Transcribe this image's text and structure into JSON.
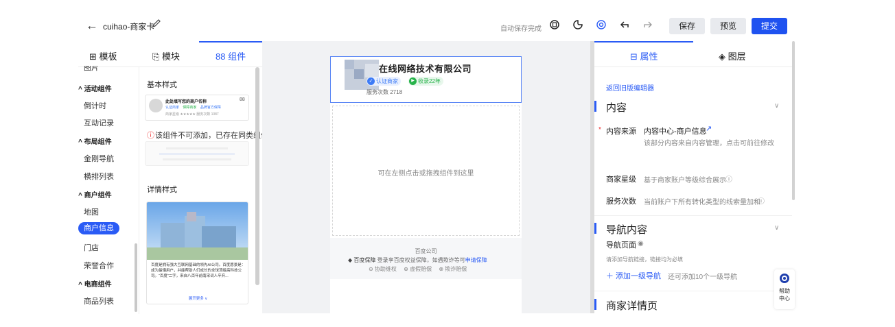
{
  "topbar": {
    "back_glyph": "←",
    "title": "cuihao-商家卡",
    "autosave": "自动保存完成",
    "save_label": "保存",
    "preview_label": "预览",
    "submit_label": "提交"
  },
  "left": {
    "tabs": [
      "模板",
      "模块",
      "组件"
    ],
    "tab_icons": [
      "⊞",
      "⎘",
      "88"
    ],
    "cut_item": "图片",
    "categories": [
      {
        "label": "^ 活动组件",
        "items": [
          "倒计时",
          "互动记录"
        ]
      },
      {
        "label": "^ 布局组件",
        "items": [
          "金刚导航",
          "横排列表"
        ]
      },
      {
        "label": "^ 商户组件",
        "items": [
          "地图",
          "商户信息",
          "门店",
          "荣誉合作"
        ]
      },
      {
        "label": "^ 电商组件",
        "items": [
          "商品列表"
        ]
      }
    ],
    "basic_style": "基本样式",
    "detail_style": "详情样式",
    "card1_name": "此处填写您的商户名称",
    "card1_badges": [
      "认证商家",
      "保障商家",
      "品牌官方保障"
    ],
    "card1_rating": "商家星级 ★★★★★  服务次数 1087",
    "card1_qr": "88",
    "warn_text": "该组件不可添加，已存在同类组件",
    "detail_desc": "百度是拥有强大互联网基础的领先AI公司。百度愿景是：成为最懂用户，并能帮助人们成长的全球顶级高科技公司。“百度”二字，来自八百年前南宋词人辛弃...",
    "detail_more": "展开更多 ∨"
  },
  "canvas": {
    "company_name": "在线网络技术有限公司",
    "badge_verified": "认证商家",
    "badge_years": "收录22年",
    "service_count": "服务次数 2718",
    "drop_hint": "可在左侧点击或拖拽组件到这里",
    "footer_company": "百度公司",
    "footer_guarantee_prefix": "百度保障",
    "footer_guarantee_text": " 登录享百度权益保障，如遇欺诈等可",
    "footer_guarantee_link": "申请保障",
    "footer_items": [
      "⊖ 协助维权",
      "⊕ 虚假赔偿",
      "⊗ 欺诈赔偿"
    ]
  },
  "right": {
    "tabs": [
      "属性",
      "图层"
    ],
    "back_old_editor": "返回旧版编辑器",
    "section_content": "内容",
    "content_source_label": "内容来源",
    "content_source_value": "内容中心-商户信息",
    "content_source_note": "该部分内容来自内容管理，点击可前往修改",
    "rating_label": "商家星级",
    "rating_note": "基于商家账户等级综合展示",
    "service_label": "服务次数",
    "service_note": "当前账户下所有转化类型的线索量加和",
    "section_nav": "导航内容",
    "nav_page_label": "导航页面",
    "nav_hint": "请添加导航链接，链接均为必填",
    "add_nav": "＋ 添加一级导航",
    "add_nav_note": "还可添加10个一级导航",
    "section_detail": "商家详情页",
    "help": "帮助中心"
  },
  "colors": {
    "accent": "#2a5bf5",
    "submit": "#1f52f0",
    "badge_blue": "#3d7bf6",
    "badge_green": "#27b34a"
  }
}
